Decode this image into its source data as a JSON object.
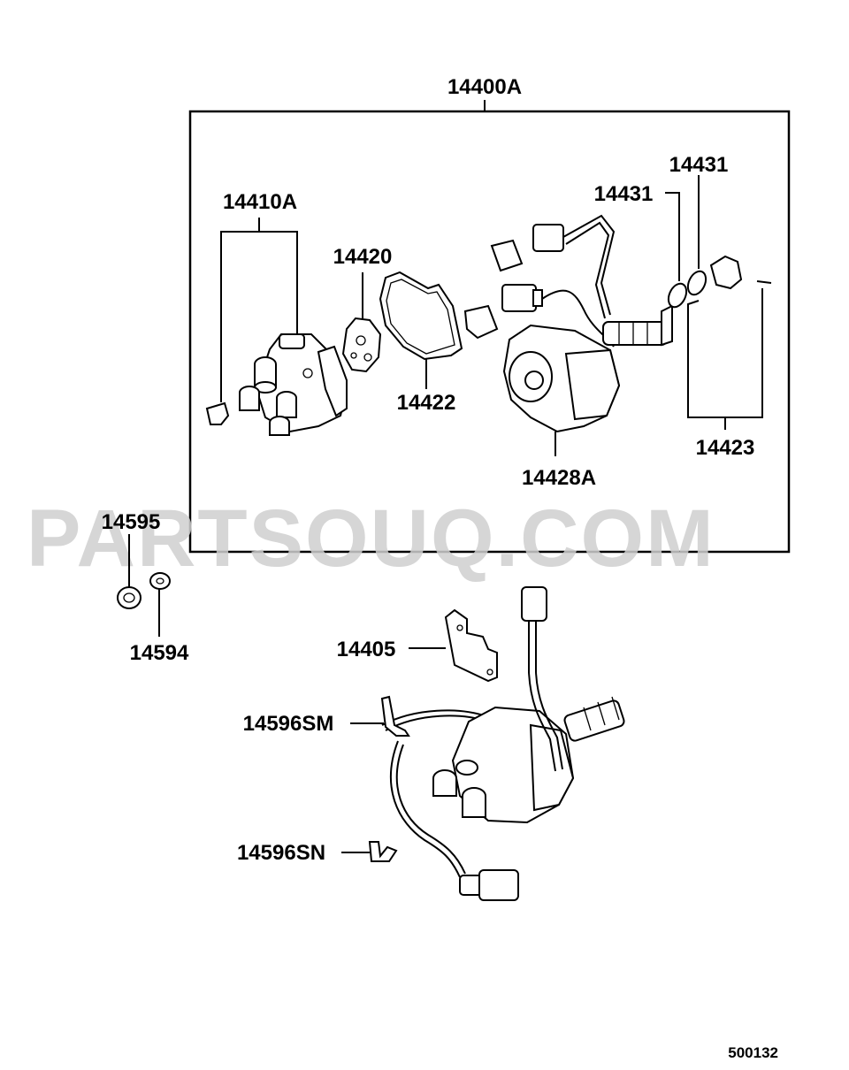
{
  "labels": {
    "assembly": "14400A",
    "cap": "14410A",
    "rotor": "14420",
    "gasket": "14422",
    "housing": "14428A",
    "oring_upper": "14431",
    "oring_lower": "14431",
    "coupling": "14423",
    "nut": "14595",
    "washer": "14594",
    "bracket": "14405",
    "clamp_sm": "14596SM",
    "clamp_sn": "14596SN"
  },
  "watermark": "PARTSOUQ.COM",
  "diagram_code": "500132"
}
